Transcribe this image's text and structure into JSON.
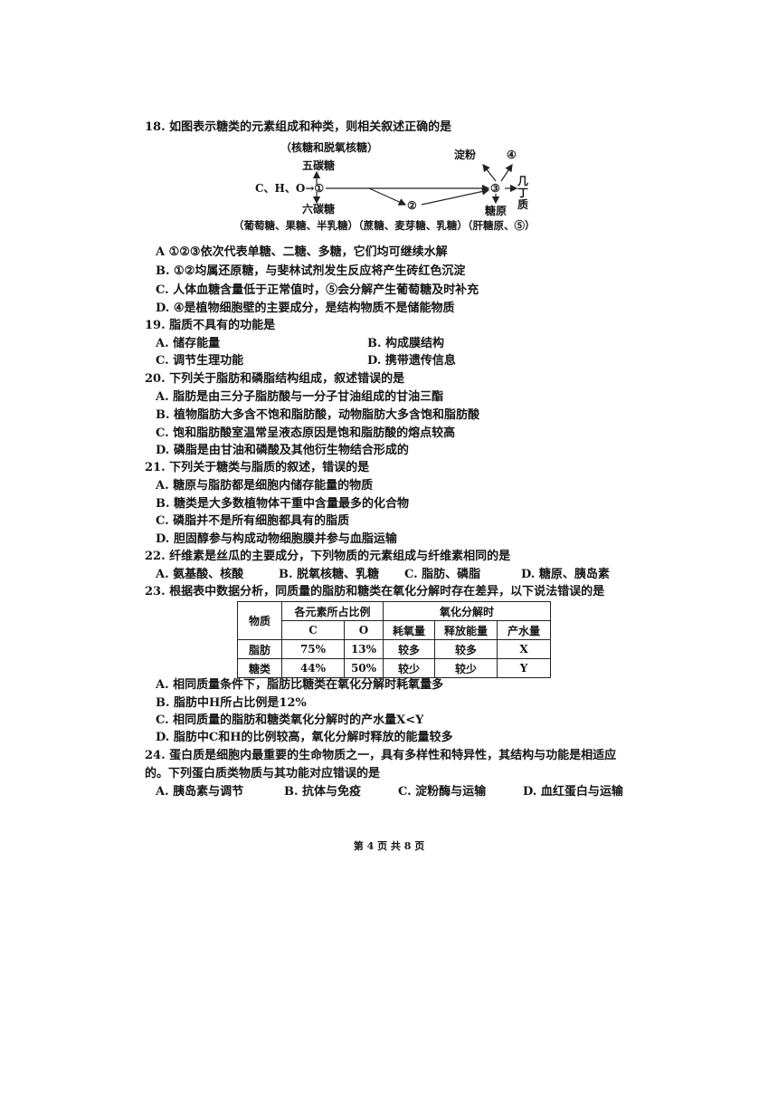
{
  "q18": {
    "stem": "18. 如图表示糖类的元素组成和种类，则相关叙述正确的是",
    "diagram": {
      "top_note": "（核糖和脱氧核糖）",
      "pentose": "五碳糖",
      "origin": "C、H、O→①",
      "hexose": "六碳糖",
      "node2": "②",
      "node3": "③",
      "starch": "淀粉",
      "node4": "④",
      "chitin": "几丁质",
      "glycogen": "糖原",
      "bottom_note": "（葡萄糖、果糖、半乳糖）（蔗糖、麦芽糖、乳糖）（肝糖原、⑤）"
    },
    "options": [
      "A  ①②③依次代表单糖、二糖、多糖，它们均可继续水解",
      "B. ①②均属还原糖，与斐林试剂发生反应将产生砖红色沉淀",
      "C. 人体血糖含量低于正常值时，⑤会分解产生葡萄糖及时补充",
      "D. ④是植物细胞壁的主要成分，是结构物质不是储能物质"
    ]
  },
  "q19": {
    "stem": "19. 脂质不具有的功能是",
    "options": [
      "A. 储存能量",
      "B. 构成膜结构",
      "C. 调节生理功能",
      "D. 携带遗传信息"
    ]
  },
  "q20": {
    "stem": "20. 下列关于脂肪和磷脂结构组成，叙述错误的是",
    "options": [
      "A. 脂肪是由三分子脂肪酸与一分子甘油组成的甘油三酯",
      "B. 植物脂肪大多含不饱和脂肪酸，动物脂肪大多含饱和脂肪酸",
      "C. 饱和脂肪酸室温常呈液态原因是饱和脂肪酸的熔点较高",
      "D. 磷脂是由甘油和磷酸及其他衍生物结合形成的"
    ]
  },
  "q21": {
    "stem": "21. 下列关于糖类与脂质的叙述，错误的是",
    "options": [
      "A. 糖原与脂肪都是细胞内储存能量的物质",
      "B. 糖类是大多数植物体干重中含量最多的化合物",
      "C. 磷脂并不是所有细胞都具有的脂质",
      "D. 胆固醇参与构成动物细胞膜并参与血脂运输"
    ]
  },
  "q22": {
    "stem": "22. 纤维素是丝瓜的主要成分，下列物质的元素组成与纤维素相同的是",
    "options": [
      "A. 氨基酸、核酸",
      "B. 脱氧核糖、乳糖",
      "C. 脂肪、磷脂",
      "D. 糖原、胰岛素"
    ]
  },
  "q23": {
    "stem": "23. 根据表中数据分析，同质量的脂肪和糖类在氧化分解时存在差异，以下说法错误的是",
    "table": {
      "h_substance": "物质",
      "h_ratio": "各元素所占比例",
      "h_oxid": "氧化分解时",
      "h_C": "C",
      "h_O": "O",
      "h_o2": "耗氧量",
      "h_energy": "释放能量",
      "h_water": "产水量",
      "rows": [
        {
          "name": "脂肪",
          "C": "75%",
          "O": "13%",
          "o2": "较多",
          "energy": "较多",
          "water": "X"
        },
        {
          "name": "糖类",
          "C": "44%",
          "O": "50%",
          "o2": "较少",
          "energy": "较少",
          "water": "Y"
        }
      ]
    },
    "options": [
      "A. 相同质量条件下，脂肪比糖类在氧化分解时耗氧量多",
      "B. 脂肪中H所占比例是12%",
      "C. 相同质量的脂肪和糖类氧化分解时的产水量X<Y",
      "D. 脂肪中C和H的比例较高，氧化分解时释放的能量较多"
    ]
  },
  "q24": {
    "stem_line1": "24. 蛋白质是细胞内最重要的生命物质之一，具有多样性和特异性，其结构与功能是相适应",
    "stem_line2": "的。下列蛋白质类物质与其功能对应错误的是",
    "options": [
      "A. 胰岛素与调节",
      "B. 抗体与免疫",
      "C. 淀粉酶与运输",
      "D. 血红蛋白与运输"
    ]
  },
  "footer": "第 4 页 共 8 页"
}
